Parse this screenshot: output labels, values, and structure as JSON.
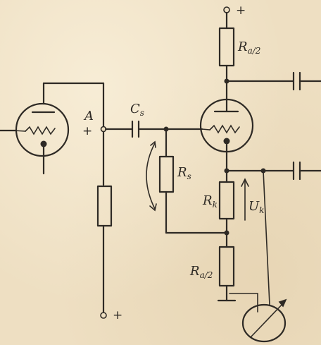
{
  "labels": {
    "ra_top_main": "R",
    "ra_top_sub": "a/2",
    "ra_bot_main": "R",
    "ra_bot_sub": "a/2",
    "rs_main": "R",
    "rs_sub": "s",
    "rk_main": "R",
    "rk_sub": "k",
    "cs_main": "C",
    "cs_sub": "s",
    "uk_main": "U",
    "uk_sub": "k",
    "node_a": "A",
    "plus_a": "+",
    "plus_top": "+",
    "plus_bottom": "+"
  },
  "colors": {
    "paper": "#eedfc2",
    "ink": "#2e2a25"
  }
}
